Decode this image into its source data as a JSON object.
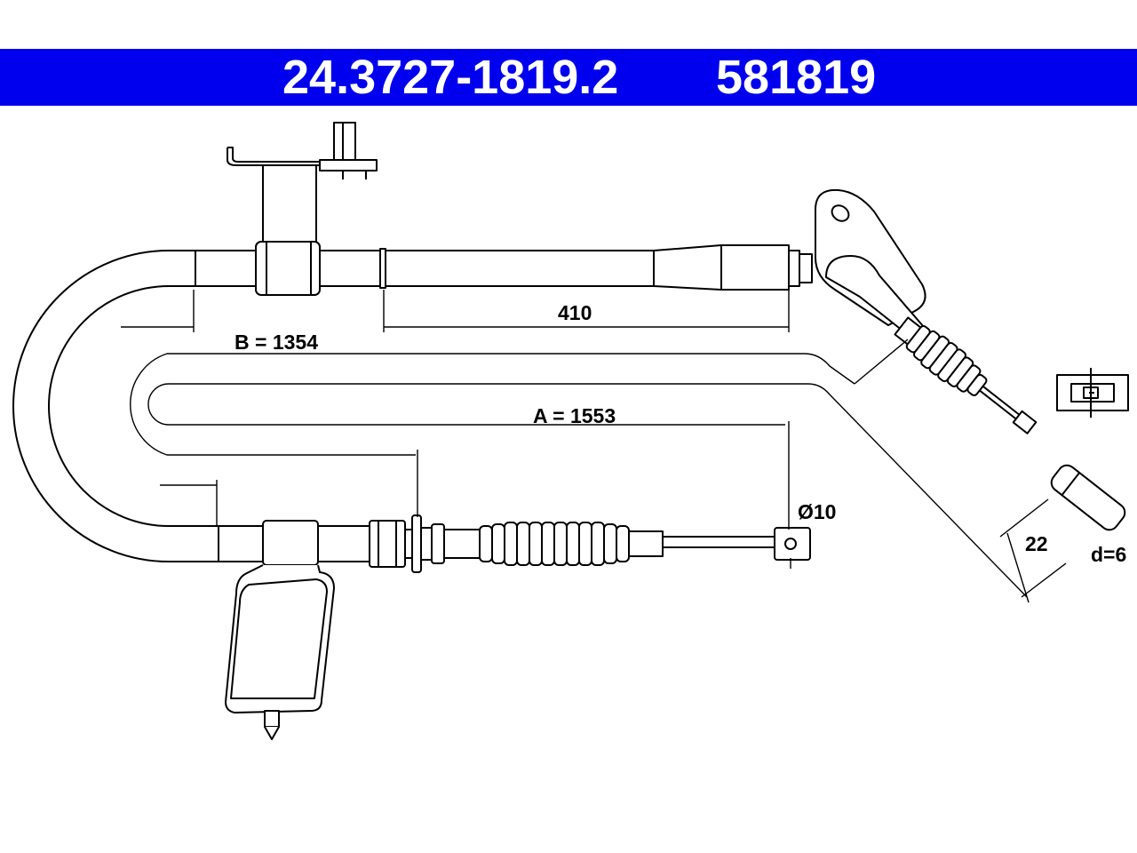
{
  "header": {
    "part_number": "24.3727-1819.2",
    "ref_number": "581819",
    "background": "#0000ee",
    "text_color": "#ffffff"
  },
  "dimensions": {
    "length_410": "410",
    "length_b": "B = 1354",
    "length_a": "A = 1553",
    "diameter": "Ø10",
    "width_22": "22",
    "diameter_d": "d=6"
  }
}
